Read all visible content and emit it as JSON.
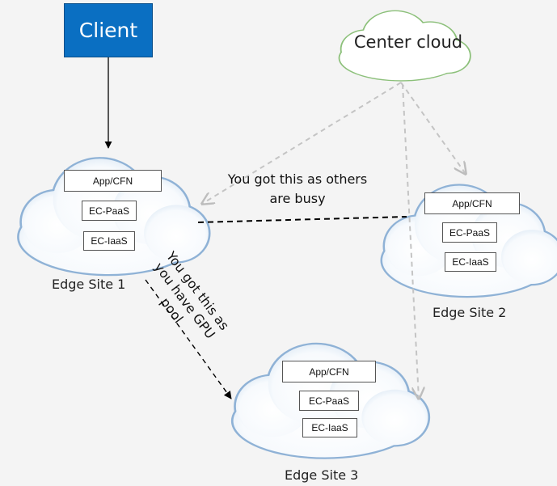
{
  "client": {
    "label": "Client"
  },
  "center_cloud": {
    "label": "Center cloud"
  },
  "sites": [
    {
      "name": "Edge Site 1",
      "layers": [
        "App/CFN",
        "EC-PaaS",
        "EC-IaaS"
      ]
    },
    {
      "name": "Edge Site 2",
      "layers": [
        "App/CFN",
        "EC-PaaS",
        "EC-IaaS"
      ]
    },
    {
      "name": "Edge Site 3",
      "layers": [
        "App/CFN",
        "EC-PaaS",
        "EC-IaaS"
      ]
    }
  ],
  "annotations": {
    "busy_line1": "You got this as others",
    "busy_line2": "are busy",
    "gpu_line1": "You got this as",
    "gpu_line2": "you have GPU",
    "gpu_line3": "pool"
  },
  "colors": {
    "client_fill": "#0a6fc2",
    "center_cloud_outline": "#8cc07a",
    "edge_cloud_outline": "#8fb2d6",
    "gray_arrow": "#c7c7c7"
  }
}
